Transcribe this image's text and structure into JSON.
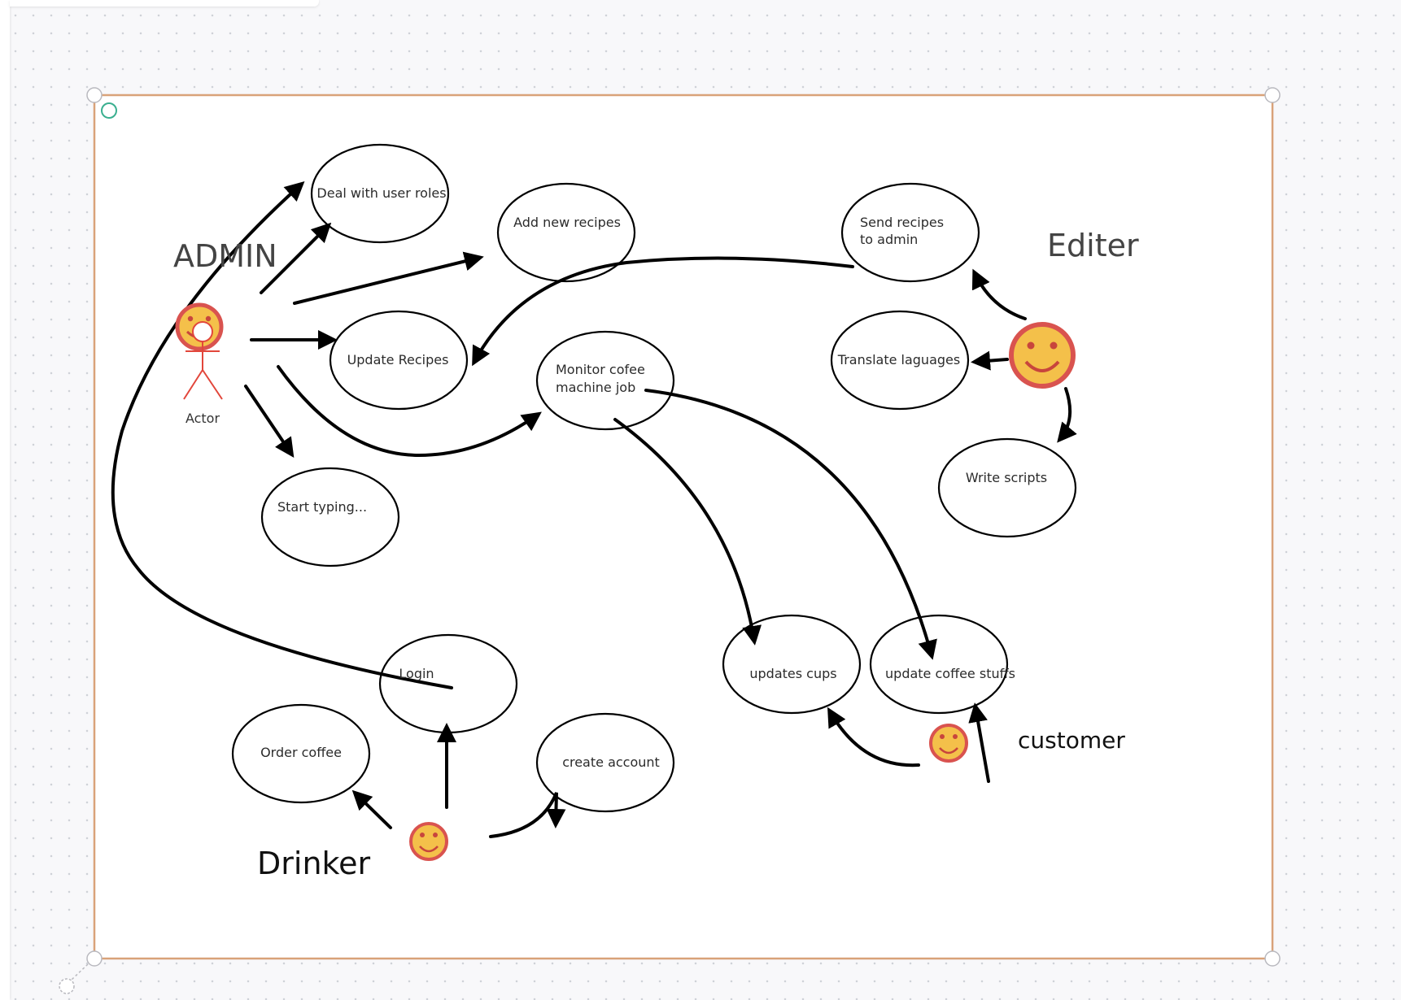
{
  "canvas": {
    "background": "#f8f8fa",
    "frame_border_color": "#d9a279"
  },
  "actors": {
    "admin": {
      "name": "ADMIN",
      "caption": "Actor",
      "name_color": "#444444",
      "figure_color": "#e2463b",
      "icon": "smiley-face-icon"
    },
    "editer": {
      "name": "Editer",
      "name_color": "#444444",
      "icon": "smiley-face-icon"
    },
    "customer": {
      "name": "customer",
      "name_color": "#111111",
      "icon": "smiley-face-icon"
    },
    "drinker": {
      "name": "Drinker",
      "name_color": "#111111",
      "icon": "smiley-face-icon"
    }
  },
  "use_cases": {
    "deal_user_roles": "Deal with user roles",
    "add_new_recipes": "Add new recipes",
    "update_recipes": "Update Recipes",
    "start_typing": "Start typing...",
    "monitor_line1": "Monitor cofee",
    "monitor_line2": "machine job",
    "send_recipes_line1": "Send recipes",
    "send_recipes_line2": "to admin",
    "translate_languages": "Translate laguages",
    "write_scripts": "Write scripts",
    "updates_cups": "updates cups",
    "update_coffee_stuffs": "update coffee stuffs",
    "login": "Login",
    "order_coffee": "Order coffee",
    "create_account": "create account"
  },
  "smiley_colors": {
    "face": "#f4c04a",
    "ring": "#d9534f",
    "features": "#c8453c"
  }
}
